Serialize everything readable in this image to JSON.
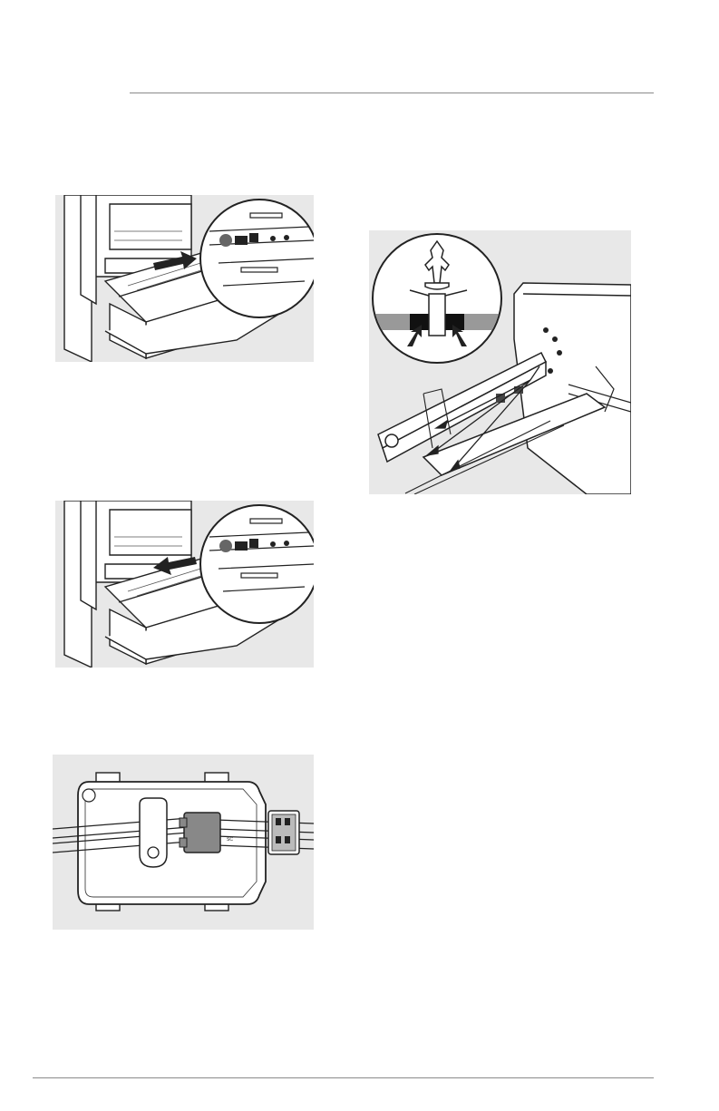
{
  "page": {
    "figures": [
      {
        "id": "fig-drawer-slide-out",
        "icon": "drawer-pull-arrow"
      },
      {
        "id": "fig-drawer-slide-in",
        "icon": "drawer-push-arrow"
      },
      {
        "id": "fig-connector-box",
        "icon": "wire-connector",
        "part_text": "SC"
      },
      {
        "id": "fig-clip-detail",
        "icon": "push-pin-clip"
      }
    ]
  }
}
